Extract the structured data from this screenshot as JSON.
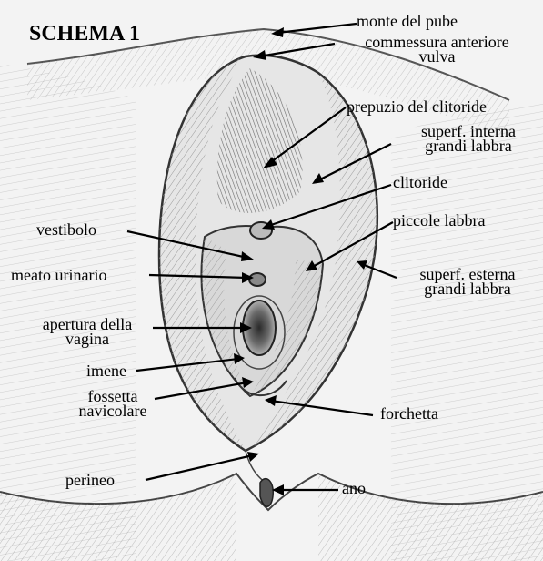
{
  "title": "SCHEMA 1",
  "labels": {
    "monte_del_pube": "monte del pube",
    "commessura_1": "commessura anteriore",
    "commessura_2": "vulva",
    "prepuzio": "prepuzio del clitoride",
    "superf_interna_1": "superf. interna",
    "superf_interna_2": "grandi labbra",
    "clitoride": "clitoride",
    "piccole_labbra": "piccole labbra",
    "vestibolo": "vestibolo",
    "meato": "meato urinario",
    "superf_esterna_1": "superf. esterna",
    "superf_esterna_2": "grandi labbra",
    "apertura_1": "apertura della",
    "apertura_2": "vagina",
    "imene": "imene",
    "fossetta_1": "fossetta",
    "fossetta_2": "navicolare",
    "forchetta": "forchetta",
    "perineo": "perineo",
    "ano": "ano"
  }
}
